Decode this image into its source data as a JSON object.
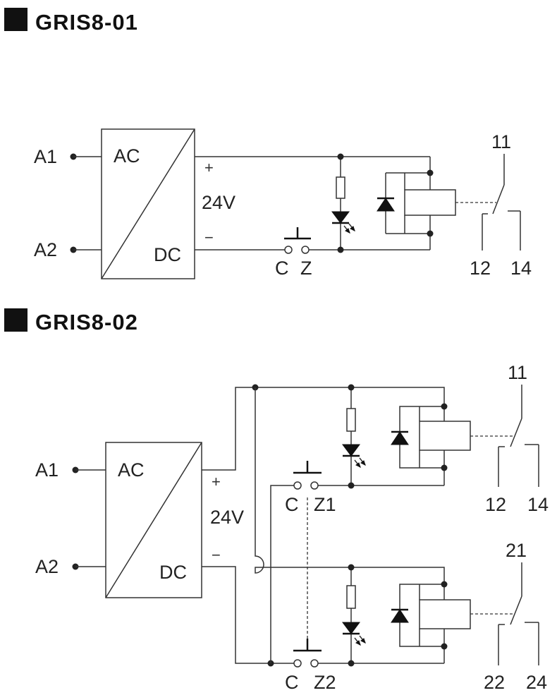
{
  "sections": [
    {
      "title": "GRIS8-01",
      "inputs": [
        "A1",
        "A2"
      ],
      "converter": {
        "in_label": "AC",
        "out_label": "DC"
      },
      "polarity": {
        "plus": "+",
        "minus": "−"
      },
      "voltage": "24V",
      "switches": [
        {
          "c": "C",
          "z": "Z"
        }
      ],
      "relays": [
        {
          "common": "11",
          "nc": "12",
          "no": "14"
        }
      ]
    },
    {
      "title": "GRIS8-02",
      "inputs": [
        "A1",
        "A2"
      ],
      "converter": {
        "in_label": "AC",
        "out_label": "DC"
      },
      "polarity": {
        "plus": "+",
        "minus": "−"
      },
      "voltage": "24V",
      "switches": [
        {
          "c": "C",
          "z": "Z1"
        },
        {
          "c": "C",
          "z": "Z2"
        }
      ],
      "relays": [
        {
          "common": "11",
          "nc": "12",
          "no": "14"
        },
        {
          "common": "21",
          "nc": "22",
          "no": "24"
        }
      ]
    }
  ],
  "colors": {
    "line": "#333333",
    "fill": "#111111",
    "background": "#ffffff"
  }
}
